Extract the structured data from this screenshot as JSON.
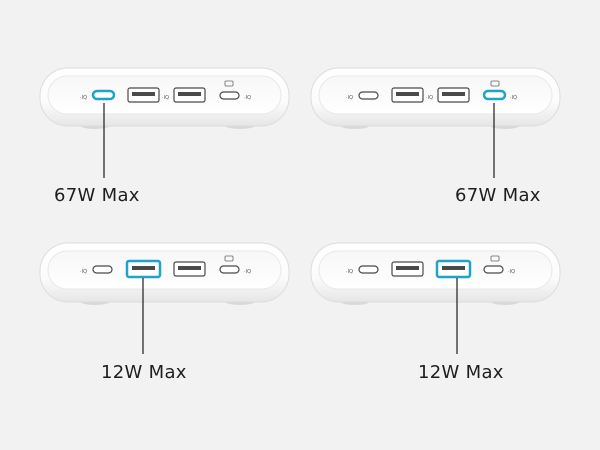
{
  "panels": [
    {
      "caption": "67W Max",
      "highlight": "usb-c-1"
    },
    {
      "caption": "67W Max",
      "highlight": "usb-c-2"
    },
    {
      "caption": "12W Max",
      "highlight": "usb-a-1"
    },
    {
      "caption": "12W Max",
      "highlight": "usb-a-2"
    }
  ],
  "colors": {
    "background": "#f2f2f2",
    "device_body": "#ffffff",
    "port_outline": "#4a4a4a",
    "highlight": "#1fa3c7",
    "callout_line": "#1e1e1e"
  },
  "icon_names": [
    "usb-c-port-icon",
    "usb-a-port-icon",
    "iq-logo-icon",
    "laptop-icon"
  ],
  "port_labels": {
    "iq": "·IQ"
  }
}
